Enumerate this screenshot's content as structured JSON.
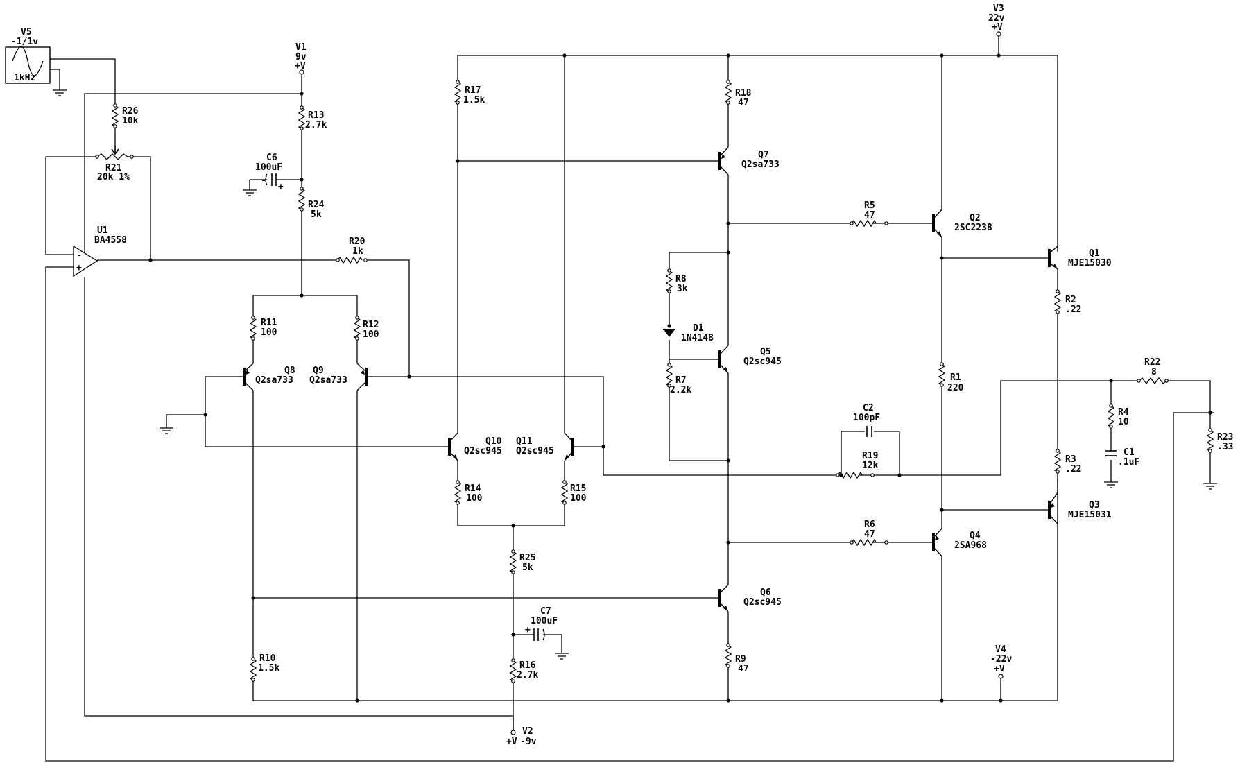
{
  "components": {
    "V5": {
      "ref": "V5",
      "value": "-1/1v",
      "freq": "1kHz"
    },
    "V1": {
      "ref": "V1",
      "value": "9v",
      "sym": "+V"
    },
    "V3": {
      "ref": "V3",
      "value": "22v",
      "sym": "+V"
    },
    "V2": {
      "ref": "V2",
      "value": "-9v",
      "sym": "+V"
    },
    "V4": {
      "ref": "V4",
      "value": "-22v",
      "sym": "+V"
    },
    "R26": {
      "ref": "R26",
      "value": "10k"
    },
    "R21": {
      "ref": "R21",
      "value": "20k 1%"
    },
    "U1": {
      "ref": "U1",
      "value": "BA4558"
    },
    "R13": {
      "ref": "R13",
      "value": "2.7k"
    },
    "C6": {
      "ref": "C6",
      "value": "100uF"
    },
    "R24": {
      "ref": "R24",
      "value": "5k"
    },
    "R20": {
      "ref": "R20",
      "value": "1k"
    },
    "R11": {
      "ref": "R11",
      "value": "100"
    },
    "R12": {
      "ref": "R12",
      "value": "100"
    },
    "Q8": {
      "ref": "Q8",
      "value": "Q2sa733"
    },
    "Q9": {
      "ref": "Q9",
      "value": "Q2sa733"
    },
    "R17": {
      "ref": "R17",
      "value": "1.5k"
    },
    "Q10": {
      "ref": "Q10",
      "value": "Q2sc945"
    },
    "Q11": {
      "ref": "Q11",
      "value": "Q2sc945"
    },
    "R14": {
      "ref": "R14",
      "value": "100"
    },
    "R15": {
      "ref": "R15",
      "value": "100"
    },
    "R25": {
      "ref": "R25",
      "value": "5k"
    },
    "C7": {
      "ref": "C7",
      "value": "100uF"
    },
    "R16": {
      "ref": "R16",
      "value": "2.7k"
    },
    "R10": {
      "ref": "R10",
      "value": "1.5k"
    },
    "R18": {
      "ref": "R18",
      "value": "47"
    },
    "Q7": {
      "ref": "Q7",
      "value": "Q2sa733"
    },
    "R8": {
      "ref": "R8",
      "value": "3k"
    },
    "D1": {
      "ref": "D1",
      "value": "1N4148"
    },
    "R7": {
      "ref": "R7",
      "value": "2.2k"
    },
    "Q5": {
      "ref": "Q5",
      "value": "Q2sc945"
    },
    "Q6": {
      "ref": "Q6",
      "value": "Q2sc945"
    },
    "R9": {
      "ref": "R9",
      "value": "47"
    },
    "R5": {
      "ref": "R5",
      "value": "47"
    },
    "R6": {
      "ref": "R6",
      "value": "47"
    },
    "Q2": {
      "ref": "Q2",
      "value": "2SC2238"
    },
    "Q4": {
      "ref": "Q4",
      "value": "2SA968"
    },
    "C2": {
      "ref": "C2",
      "value": "100pF"
    },
    "R19": {
      "ref": "R19",
      "value": "12k"
    },
    "R1": {
      "ref": "R1",
      "value": "220"
    },
    "Q1": {
      "ref": "Q1",
      "value": "MJE15030"
    },
    "Q3": {
      "ref": "Q3",
      "value": "MJE15031"
    },
    "R2": {
      "ref": "R2",
      "value": ".22"
    },
    "R3": {
      "ref": "R3",
      "value": ".22"
    },
    "R22": {
      "ref": "R22",
      "value": "8"
    },
    "R4": {
      "ref": "R4",
      "value": "10"
    },
    "C1": {
      "ref": "C1",
      "value": ".1uF"
    },
    "R23": {
      "ref": "R23",
      "value": ".33"
    }
  },
  "opamp_pins": {
    "inv": "-",
    "noninv": "+"
  }
}
